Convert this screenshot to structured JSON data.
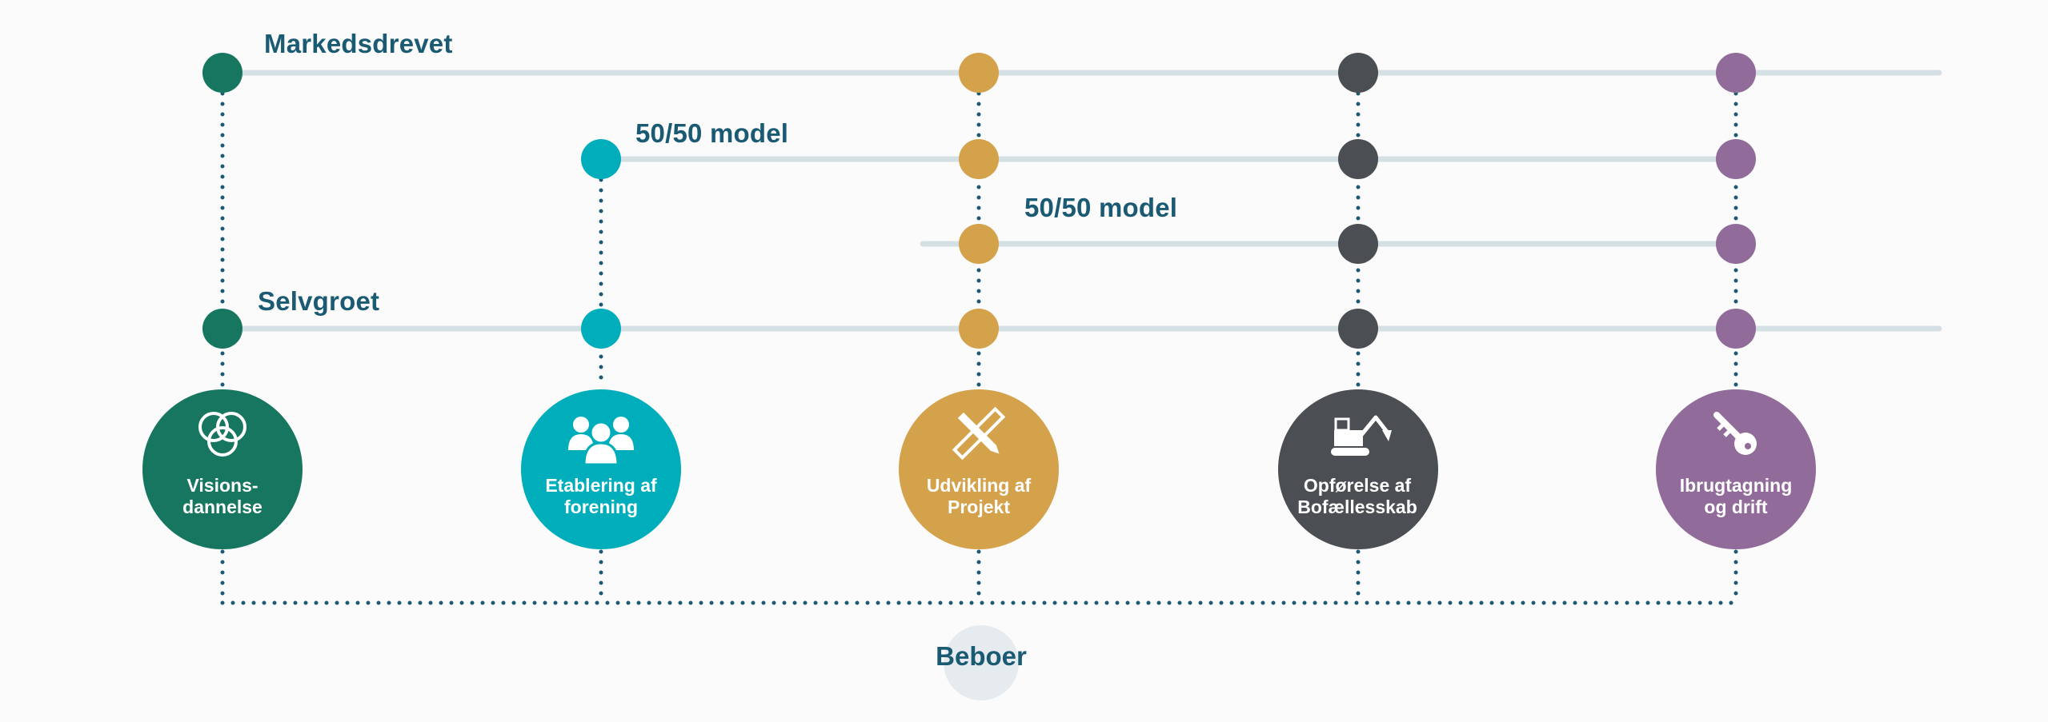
{
  "colors": {
    "visioner": "#177660",
    "forening": "#00adbb",
    "projekt": "#d4a24b",
    "opfoerelse": "#4b4e53",
    "drift": "#916b99",
    "track_line": "#d5e0e5",
    "dots": "#1b5a73",
    "label": "#1b5a73"
  },
  "tracks": [
    {
      "id": "markedsdrevet",
      "label": "Markedsdrevet"
    },
    {
      "id": "fifty-a",
      "label": "50/50 model"
    },
    {
      "id": "fifty-b",
      "label": "50/50 model"
    },
    {
      "id": "selvgroet",
      "label": "Selvgroet"
    }
  ],
  "phases": [
    {
      "id": "visioner",
      "title": "Visions-\ndannelse",
      "icon": "rings-icon",
      "color": "#177660"
    },
    {
      "id": "forening",
      "title": "Etablering af\nforening",
      "icon": "people-icon",
      "color": "#00adbb"
    },
    {
      "id": "projekt",
      "title": "Udvikling af\nProjekt",
      "icon": "ruler-pencil-icon",
      "color": "#d4a24b"
    },
    {
      "id": "opfoerelse",
      "title": "Opførelse af\nBofællesskab",
      "icon": "excavator-icon",
      "color": "#4b4e53"
    },
    {
      "id": "drift",
      "title": "Ibrugtagning\nog drift",
      "icon": "key-icon",
      "color": "#916b99"
    }
  ],
  "track_nodes": [
    {
      "track": "markedsdrevet",
      "phases": [
        "visioner",
        "projekt",
        "opfoerelse",
        "drift"
      ]
    },
    {
      "track": "fifty-a",
      "phases": [
        "forening",
        "projekt",
        "opfoerelse",
        "drift"
      ]
    },
    {
      "track": "fifty-b",
      "phases": [
        "projekt",
        "opfoerelse",
        "drift"
      ]
    },
    {
      "track": "selvgroet",
      "phases": [
        "visioner",
        "forening",
        "projekt",
        "opfoerelse",
        "drift"
      ]
    }
  ],
  "footer": {
    "label": "Beboer"
  }
}
